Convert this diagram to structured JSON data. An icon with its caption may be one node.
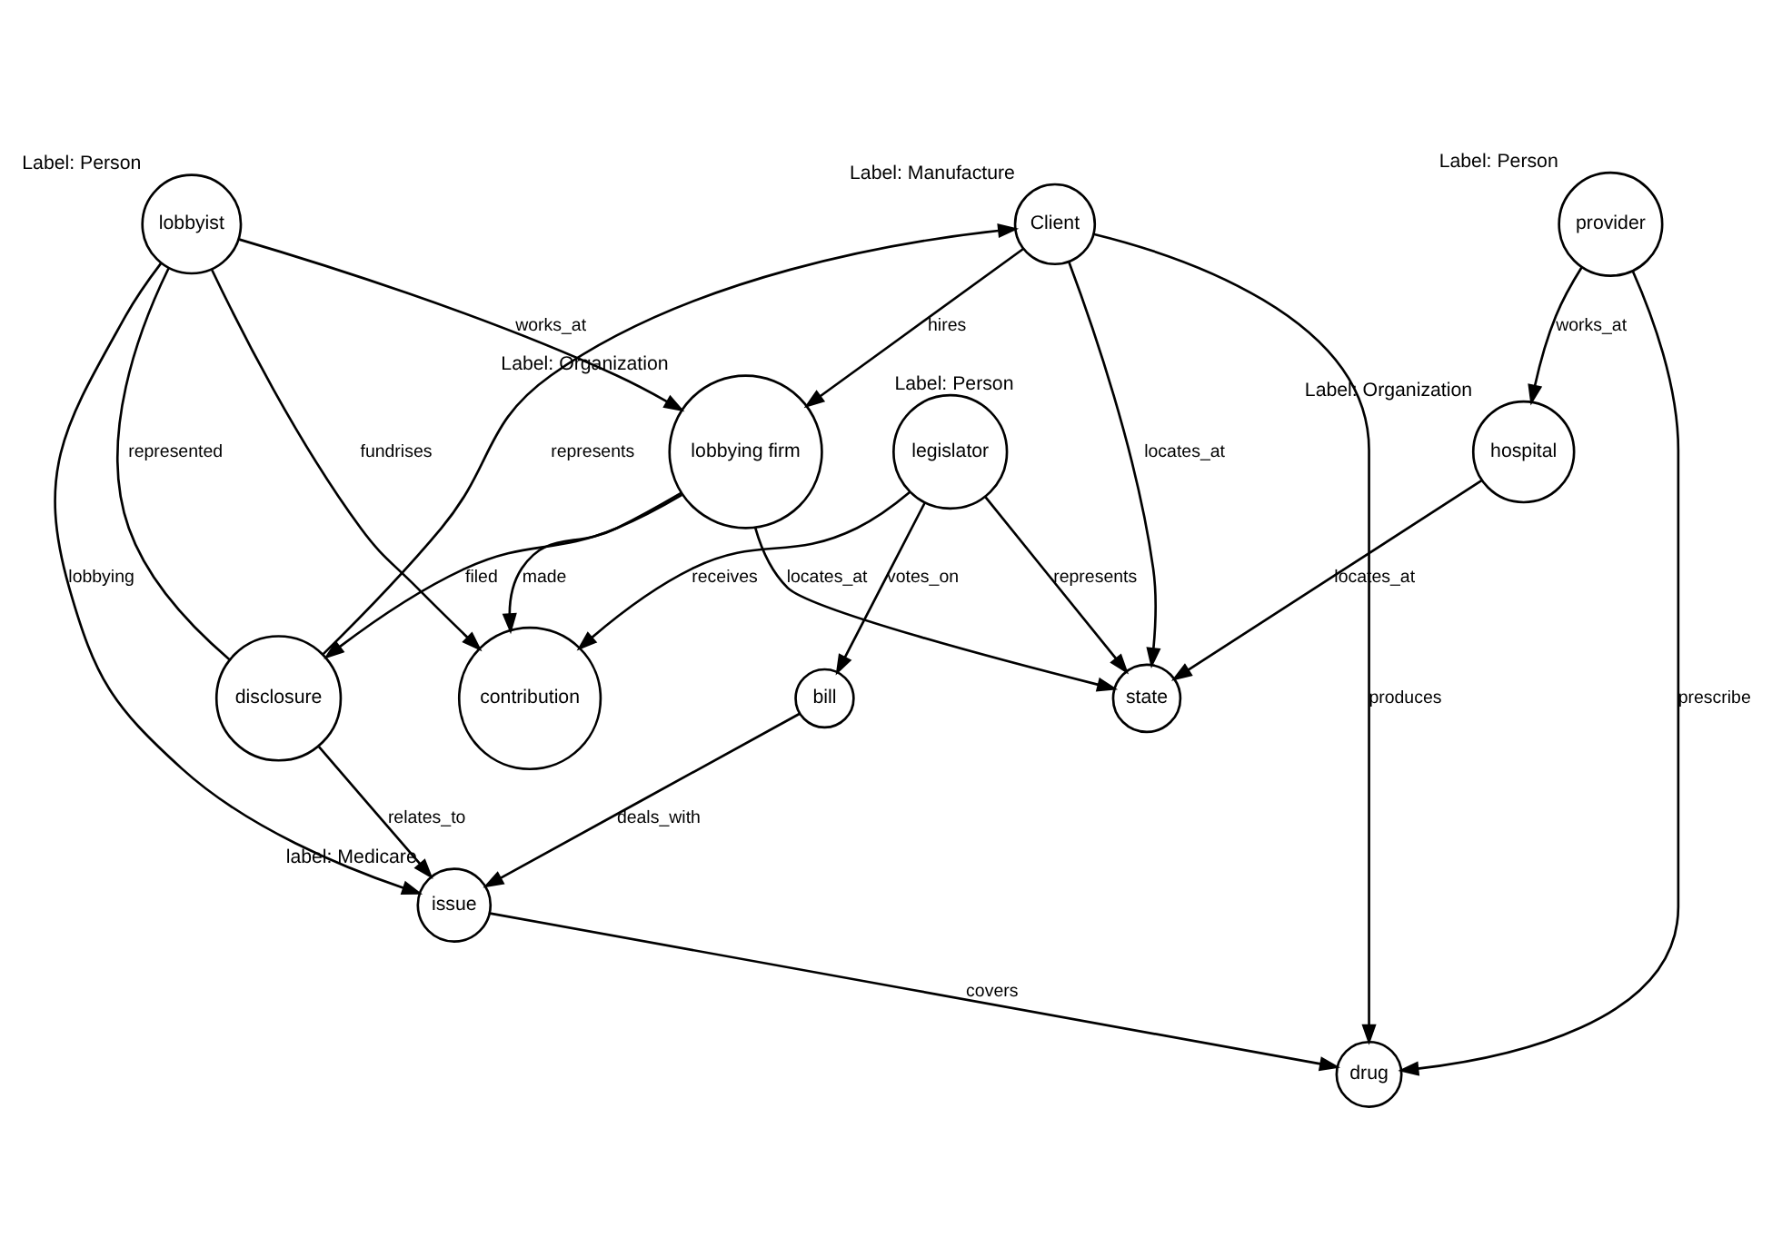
{
  "diagram": {
    "nodes": [
      {
        "text": [
          "issue"
        ],
        "beside": [
          "label: Medicare"
        ]
      },
      {
        "text": [
          "bill"
        ]
      },
      {
        "text": [
          "lobbyist"
        ],
        "beside": [
          "Label: Person"
        ]
      },
      {
        "text": [
          "disclosure"
        ]
      },
      {
        "text": [
          "drug"
        ]
      },
      {
        "text": [
          "contribution"
        ]
      },
      {
        "text": [
          "lobbying firm"
        ],
        "beside": [
          "Label: Organization"
        ]
      },
      {
        "text": [
          "legislator"
        ],
        "beside": [
          "Label: Person"
        ]
      },
      {
        "text": [
          "state"
        ]
      },
      {
        "text": [
          "Client"
        ],
        "beside": [
          "Label: Manufacture"
        ]
      },
      {
        "text": [
          "provider"
        ],
        "beside": [
          "Label: Person"
        ]
      },
      {
        "text": [
          "hospital"
        ],
        "beside": [
          "Label: Organization"
        ]
      }
    ],
    "edges": [
      {
        "from": 1,
        "to": 0,
        "arrow": "to",
        "label": "deals_with"
      },
      {
        "from": 2,
        "to": 0,
        "arrow": "to",
        "label": "lobbying"
      },
      {
        "from": 3,
        "to": 0,
        "arrow": "to",
        "label": "relates_to"
      },
      {
        "from": 0,
        "to": 4,
        "arrow": "to",
        "label": "covers"
      },
      {
        "from": 2,
        "to": 3,
        "arrow": "none",
        "label": "represented"
      },
      {
        "from": 2,
        "to": 5,
        "arrow": "to",
        "label": "fundrises"
      },
      {
        "from": 2,
        "to": 6,
        "arrow": "to",
        "label": "works_at"
      },
      {
        "from": 6,
        "to": 5,
        "arrow": "to",
        "label": "made"
      },
      {
        "from": 6,
        "to": 3,
        "arrow": "to",
        "label": "filed"
      },
      {
        "from": 3,
        "to": 9,
        "arrow": "to",
        "label": "represents"
      },
      {
        "from": 9,
        "to": 6,
        "arrow": "to",
        "label": "hires"
      },
      {
        "from": 9,
        "to": 4,
        "arrow": "to",
        "label": "produces"
      },
      {
        "from": 9,
        "to": 8,
        "arrow": "to",
        "label": "locates_at"
      },
      {
        "from": 6,
        "to": 8,
        "arrow": "to",
        "label": "locates_at"
      },
      {
        "from": 7,
        "to": 1,
        "arrow": "to",
        "label": "votes_on"
      },
      {
        "from": 7,
        "to": 5,
        "arrow": "to",
        "label": "receives"
      },
      {
        "from": 7,
        "to": 8,
        "arrow": "to",
        "label": "represents"
      },
      {
        "from": 11,
        "to": 8,
        "arrow": "to",
        "label": "locates_at"
      },
      {
        "from": 10,
        "to": 11,
        "arrow": "to",
        "label": "works_at"
      },
      {
        "from": 10,
        "to": 4,
        "arrow": "to",
        "label": "prescribe"
      }
    ]
  }
}
